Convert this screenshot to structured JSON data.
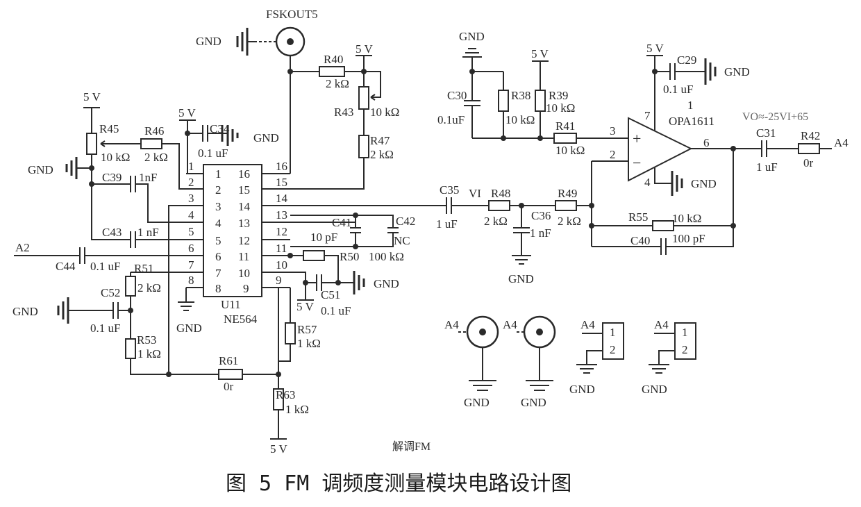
{
  "caption": "图 5   FM 调频度测量模块电路设计图",
  "subtitle": "解调FM",
  "formula": "VO≈-25VI+65",
  "ic_u11": {
    "ref": "U11",
    "part": "NE564",
    "pins_left": [
      "1",
      "2",
      "3",
      "4",
      "5",
      "6",
      "7",
      "8"
    ],
    "pins_right": [
      "16",
      "15",
      "14",
      "13",
      "12",
      "11",
      "10",
      "9"
    ]
  },
  "opamp": {
    "part": "OPA1611",
    "unit": "1",
    "pin_plus": "3",
    "pin_minus": "2",
    "pin_out": "6",
    "pin_vpos": "7",
    "pin_vneg": "4",
    "plus_sign": "+",
    "minus_sign": "−"
  },
  "net_labels": {
    "fsk_out": "FSKOUT5",
    "gnd": "GND",
    "vcc": "5 V",
    "a2": "A2",
    "a4": "A4",
    "vi": "VI"
  },
  "resistors": [
    {
      "ref": "R40",
      "value": "2 kΩ"
    },
    {
      "ref": "R43",
      "value": "10 kΩ"
    },
    {
      "ref": "R47",
      "value": "2 kΩ"
    },
    {
      "ref": "R45",
      "value": "10 kΩ"
    },
    {
      "ref": "R46",
      "value": "2 kΩ"
    },
    {
      "ref": "R38",
      "value": "10 kΩ"
    },
    {
      "ref": "R39",
      "value": "10 kΩ"
    },
    {
      "ref": "R41",
      "value": "10 kΩ"
    },
    {
      "ref": "R42",
      "value": "0r"
    },
    {
      "ref": "R48",
      "value": "2 kΩ"
    },
    {
      "ref": "R49",
      "value": "2 kΩ"
    },
    {
      "ref": "R50",
      "value": "100 kΩ"
    },
    {
      "ref": "R51",
      "value": "2 kΩ"
    },
    {
      "ref": "R53",
      "value": "1 kΩ"
    },
    {
      "ref": "R57",
      "value": "1 kΩ"
    },
    {
      "ref": "R55",
      "value": "10 kΩ"
    },
    {
      "ref": "R61",
      "value": "0r"
    },
    {
      "ref": "R63",
      "value": "1 kΩ"
    }
  ],
  "capacitors": [
    {
      "ref": "C34",
      "value": "0.1 uF"
    },
    {
      "ref": "C39",
      "value": "1nF"
    },
    {
      "ref": "C43",
      "value": "1 nF"
    },
    {
      "ref": "C44",
      "value": "0.1 uF"
    },
    {
      "ref": "C52",
      "value": "0.1 uF"
    },
    {
      "ref": "C41",
      "value": "10 pF"
    },
    {
      "ref": "C42",
      "value": "NC"
    },
    {
      "ref": "C51",
      "value": "0.1 uF"
    },
    {
      "ref": "C35",
      "value": "1 uF"
    },
    {
      "ref": "C36",
      "value": "1 nF"
    },
    {
      "ref": "C30",
      "value": "0.1uF"
    },
    {
      "ref": "C29",
      "value": "0.1 uF"
    },
    {
      "ref": "C31",
      "value": "1 uF"
    },
    {
      "ref": "C40",
      "value": "100 pF"
    }
  ],
  "headers": [
    {
      "pin1": "1",
      "pin2": "2"
    },
    {
      "pin1": "1",
      "pin2": "2"
    }
  ]
}
